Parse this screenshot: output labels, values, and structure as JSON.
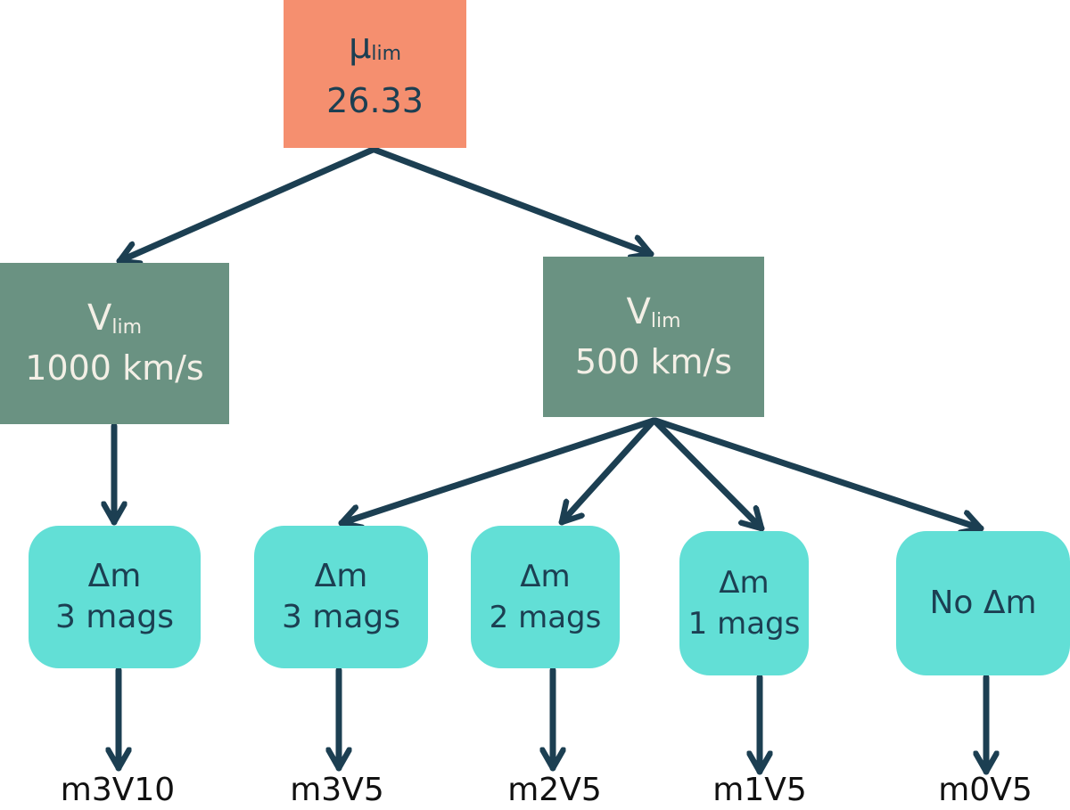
{
  "colors": {
    "root_fill": "#F58F6F",
    "velocity_fill": "#6A9282",
    "delta_fill": "#62DFD6",
    "arrow": "#1C3F52",
    "dark_text": "#1C3F52",
    "light_text": "#F3EFE6"
  },
  "root": {
    "symbol": "μ",
    "subscript": "lim",
    "value": "26.33"
  },
  "velocity_nodes": [
    {
      "symbol": "V",
      "subscript": "lim",
      "value": "1000 km/s"
    },
    {
      "symbol": "V",
      "subscript": "lim",
      "value": "500 km/s"
    }
  ],
  "delta_nodes": [
    {
      "line1": "Δm",
      "line2": "3 mags",
      "parent": 0
    },
    {
      "line1": "Δm",
      "line2": "3 mags",
      "parent": 1
    },
    {
      "line1": "Δm",
      "line2": "2 mags",
      "parent": 1
    },
    {
      "line1": "Δm",
      "line2": "1 mags",
      "parent": 1
    },
    {
      "line1": "No Δm",
      "line2": "",
      "parent": 1
    }
  ],
  "leaves": [
    "m3V10",
    "m3V5",
    "m2V5",
    "m1V5",
    "m0V5"
  ]
}
